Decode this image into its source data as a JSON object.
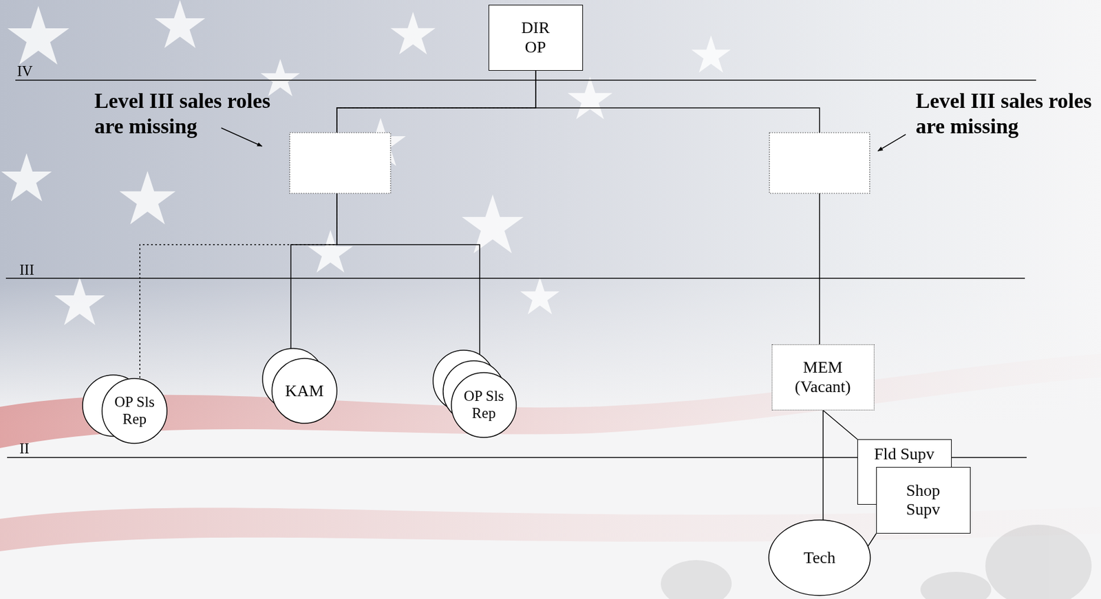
{
  "diagram": {
    "nodes": [
      {
        "text": [
          "DIR OP"
        ]
      },
      {
        "text": [
          "OP Sls Rep"
        ]
      },
      {
        "text": [
          "KAM"
        ]
      },
      {
        "text": [
          "OP Sls Rep"
        ]
      },
      {
        "text": [
          "MEM (Vacant)"
        ]
      },
      {
        "text": [
          "Fld Supv"
        ]
      },
      {
        "text": [
          "Shop Supv"
        ]
      },
      {
        "text": [
          "Tech"
        ]
      }
    ],
    "edges": [
      {
        "from": 0,
        "to": 1,
        "arrow": "none"
      },
      {
        "from": 0,
        "to": 2,
        "arrow": "none"
      },
      {
        "from": 0,
        "to": 3,
        "arrow": "none"
      },
      {
        "from": 0,
        "to": 4,
        "arrow": "none"
      },
      {
        "from": 4,
        "to": 5,
        "arrow": "none"
      },
      {
        "from": 4,
        "to": 7,
        "arrow": "none"
      },
      {
        "from": 6,
        "to": 7,
        "arrow": "none"
      }
    ],
    "labels": [
      "IV",
      "Level III sales roles are missing",
      "Level III sales roles are missing",
      "III",
      "II"
    ]
  }
}
